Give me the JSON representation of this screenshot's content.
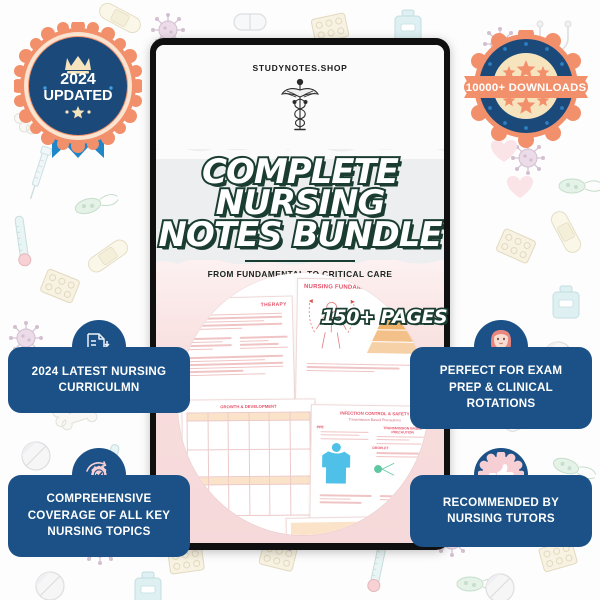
{
  "brand": {
    "name": "STUDYNOTES.SHOP",
    "logo_icon": "caduceus-icon"
  },
  "hero": {
    "title_line1": "COMPLETE NURSING",
    "title_line2": "NOTES BUNDLE",
    "subtitle": "FROM FUNDAMENTAL TO CRITICAL CARE"
  },
  "badges": {
    "left": {
      "year": "2024",
      "label": "UPDATED",
      "crown_icon": "crown-icon",
      "stars_icon": "stars-icon",
      "ribbon_color": "#1f86c8",
      "rosette_color": "#f2906c",
      "disc_color": "#1b4a7a"
    },
    "right": {
      "label": "10000+ DOWNLOADS",
      "banner_color": "#f2906c",
      "rosette_color": "#1b4a7a",
      "disc_color": "#f6e4bf"
    },
    "pages": {
      "label": "150+ PAGES"
    }
  },
  "features": [
    {
      "id": "curriculum",
      "icon": "document-graduation-cap-icon",
      "text": "2024 LATEST NURSING CURRICULMN"
    },
    {
      "id": "exam-prep",
      "icon": "nurse-student-icon",
      "text": "PERFECT FOR EXAM PREP & CLINICAL ROTATIONS"
    },
    {
      "id": "coverage",
      "icon": "gear-check-refresh-icon",
      "text": "COMPREHENSIVE COVERAGE OF ALL KEY NURSING TOPICS"
    },
    {
      "id": "recommended",
      "icon": "thumbs-up-badge-icon",
      "text": "RECOMMENDED BY NURSING TUTORS"
    }
  ],
  "preview": {
    "heading_1": "NURSING FUNDAMENTALS",
    "heading_2": "THERAPY",
    "caption": "nursing notes preview collage"
  },
  "colors": {
    "navy": "#1b5186",
    "coral": "#f2906c",
    "cream": "#f6e4bf",
    "dark_green": "#1b3d31",
    "pink": "#f6d9da",
    "blue_ribbon": "#1f86c8"
  }
}
